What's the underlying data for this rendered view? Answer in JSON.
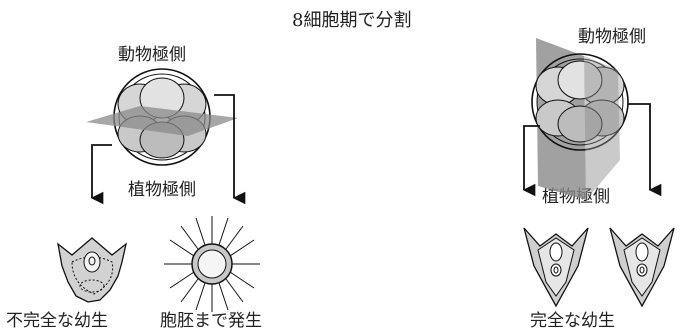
{
  "title": "8細胞期で分割",
  "left": {
    "animal_pole": "動物極側",
    "vegetal_pole": "植物極側",
    "outcome_incomplete": "不完全な幼生",
    "outcome_blastula": "胞胚まで発生"
  },
  "right": {
    "animal_pole": "動物極側",
    "vegetal_pole": "植物極側",
    "outcome_complete": "完全な幼生"
  }
}
